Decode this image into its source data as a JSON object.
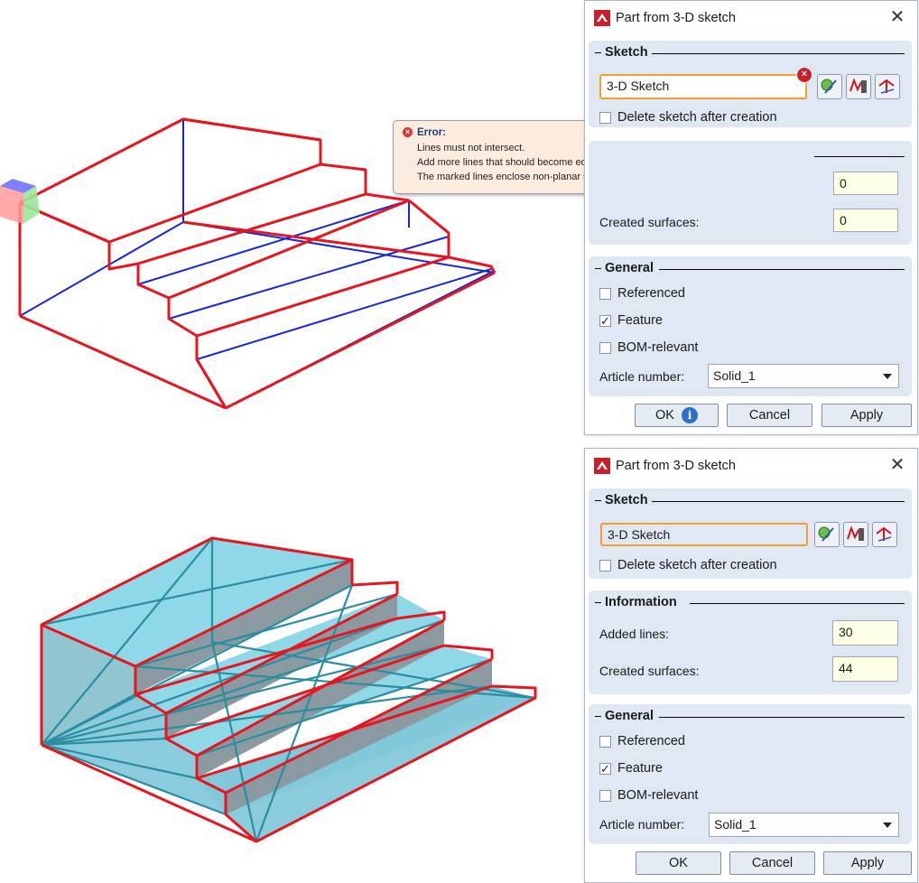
{
  "dialog_top": {
    "title": "Part from 3-D sketch",
    "close_icon": "close-icon",
    "sketch_group": {
      "heading": "Sketch",
      "input_value": "3-D Sketch",
      "delete_label": "Delete sketch after creation",
      "delete_checked": false,
      "tool_icons": [
        "pick-sketch-icon",
        "edit-sketch-icon",
        "sketch-lines-icon"
      ]
    },
    "information_group": {
      "added_lines_value": "0",
      "created_surfaces_label": "Created surfaces:",
      "created_surfaces_value": "0"
    },
    "general_group": {
      "heading": "General",
      "referenced_label": "Referenced",
      "referenced_checked": false,
      "feature_label": "Feature",
      "feature_checked": true,
      "bom_label": "BOM-relevant",
      "bom_checked": false,
      "article_label": "Article number:",
      "article_value": "Solid_1"
    },
    "buttons": {
      "ok": "OK",
      "cancel": "Cancel",
      "apply": "Apply"
    },
    "error_tooltip": {
      "title": "Error:",
      "lines": [
        "Lines must not intersect.",
        "Add more lines that should become edges on the surface.",
        "The marked lines enclose non-planar surfaces."
      ]
    }
  },
  "dialog_bottom": {
    "title": "Part from 3-D sketch",
    "sketch_group": {
      "heading": "Sketch",
      "input_value": "3-D Sketch",
      "delete_label": "Delete sketch after creation",
      "delete_checked": false
    },
    "information_group": {
      "heading": "Information",
      "added_lines_label": "Added lines:",
      "added_lines_value": "30",
      "created_surfaces_label": "Created surfaces:",
      "created_surfaces_value": "44"
    },
    "general_group": {
      "heading": "General",
      "referenced_label": "Referenced",
      "feature_label": "Feature",
      "feature_checked": true,
      "bom_label": "BOM-relevant",
      "article_label": "Article number:",
      "article_value": "Solid_1"
    },
    "buttons": {
      "ok": "OK",
      "cancel": "Cancel",
      "apply": "Apply"
    }
  },
  "colors": {
    "sketch_edge": "#e8141e",
    "hidden_edge": "#1428d8",
    "surface_fill": "#8fd8e8",
    "riser_fill": "#8a9aa0",
    "mesh_edge": "#2a8ea0",
    "dialog_group_bg": "#dfe8f2",
    "input_accent": "#f0a030"
  }
}
